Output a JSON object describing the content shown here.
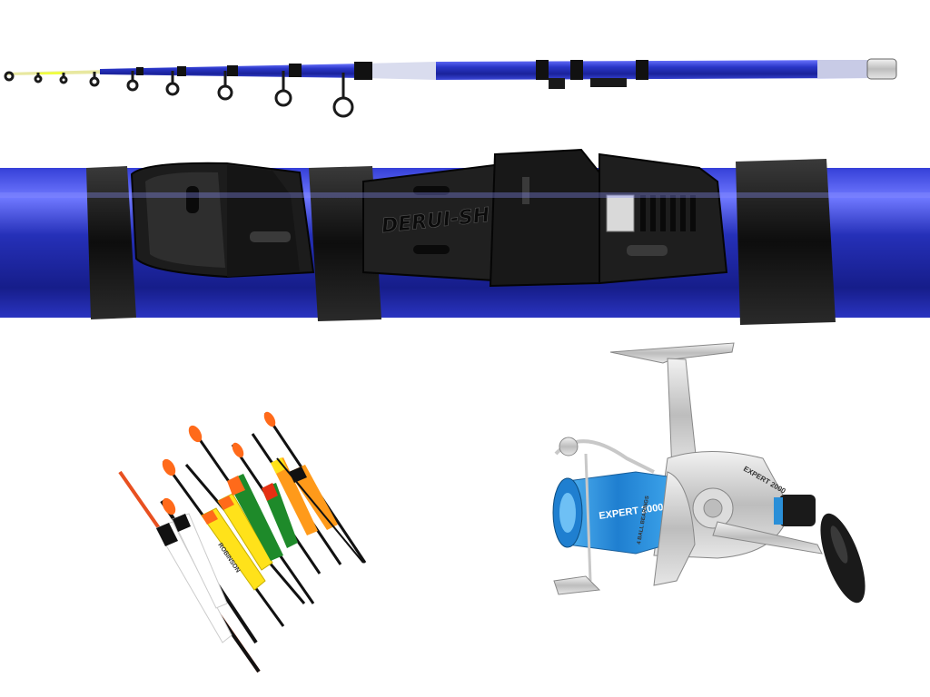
{
  "image": {
    "subject": "fishing set: telescopic rod, rod reel seat close-up, spinning reel, float assortment"
  },
  "rod": {
    "brand_text": "DERUI-SH",
    "color": "#1f2fb8",
    "accent": "#111111"
  },
  "reel": {
    "model_text": "EXPERT 2000",
    "model_text_body": "EXPERT 2000",
    "bearings_text": "4 BALL BEARINGS",
    "spool_color": "#2a8fd8",
    "body_color": "#c9c9c9"
  },
  "floats": {
    "label_text": "ROBINSON",
    "count": 9,
    "colors": [
      "#ffffff",
      "#ffe21a",
      "#1e8a2a",
      "#ff9a1a",
      "#e53012"
    ]
  }
}
